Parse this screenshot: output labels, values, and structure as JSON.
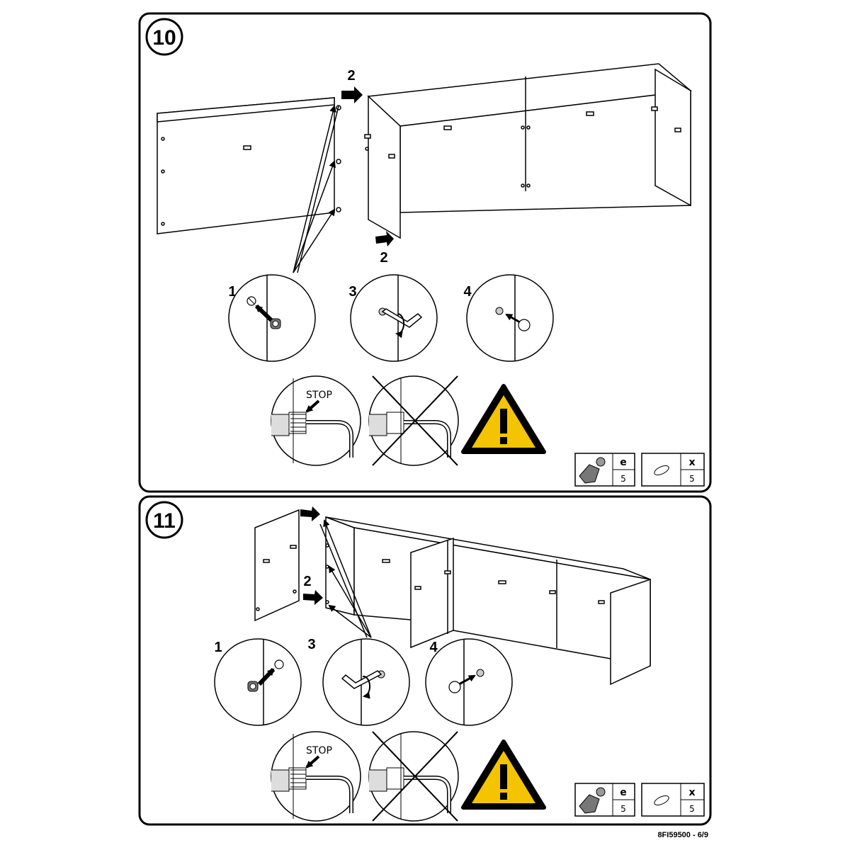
{
  "colors": {
    "warning": "#F5C400",
    "ink": "#000000",
    "paper": "#FFFFFF"
  },
  "footer": {
    "code": "8FI59500 - 6/9"
  },
  "steps": [
    {
      "number": "10",
      "arrow_label": "2",
      "arrow_label_bottom": "2",
      "detail_labels": [
        "1",
        "3",
        "4"
      ],
      "stop_label": "STOP",
      "parts": [
        {
          "icon": "cam-lock-icon",
          "letter": "e",
          "qty": "5"
        },
        {
          "icon": "cover-cap-icon",
          "letter": "x",
          "qty": "5"
        }
      ]
    },
    {
      "number": "11",
      "arrow_label": "2",
      "detail_labels": [
        "1",
        "3",
        "4"
      ],
      "stop_label": "STOP",
      "parts": [
        {
          "icon": "cam-lock-icon",
          "letter": "e",
          "qty": "5"
        },
        {
          "icon": "cover-cap-icon",
          "letter": "x",
          "qty": "5"
        }
      ]
    }
  ]
}
